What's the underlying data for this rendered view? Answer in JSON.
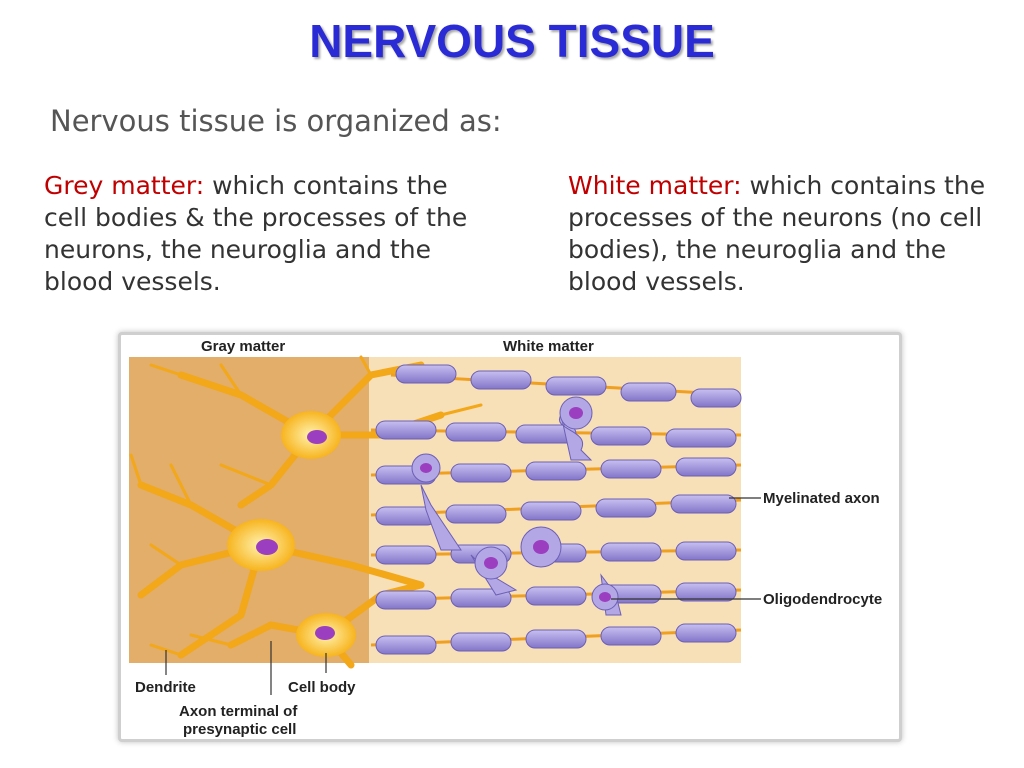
{
  "slide": {
    "title": "NERVOUS TISSUE",
    "subtitle": "Nervous tissue is organized as:",
    "grey": {
      "term": "Grey matter:",
      "text": " which contains the cell bodies & the processes of the neurons, the neuroglia and the blood vessels."
    },
    "white": {
      "term": "White matter:",
      "text": " which contains the processes of the neurons (no cell bodies), the neuroglia and the blood vessels."
    }
  },
  "figure": {
    "labels": {
      "gray_matter": "Gray matter",
      "white_matter": "White matter",
      "myelinated_axon": "Myelinated axon",
      "oligodendrocyte": "Oligodendrocyte",
      "dendrite": "Dendrite",
      "cell_body": "Cell body",
      "axon_terminal_1": "Axon terminal of",
      "axon_terminal_2": "presynaptic cell"
    }
  },
  "colors": {
    "title": "#2b2bd6",
    "term": "#c00000",
    "gray_matter_bg": "#e3ad6a",
    "white_matter_bg": "#f7dfb8",
    "neuron": "#f7b41e",
    "myelin": "#9b8fd8",
    "node": "#f0a020"
  }
}
